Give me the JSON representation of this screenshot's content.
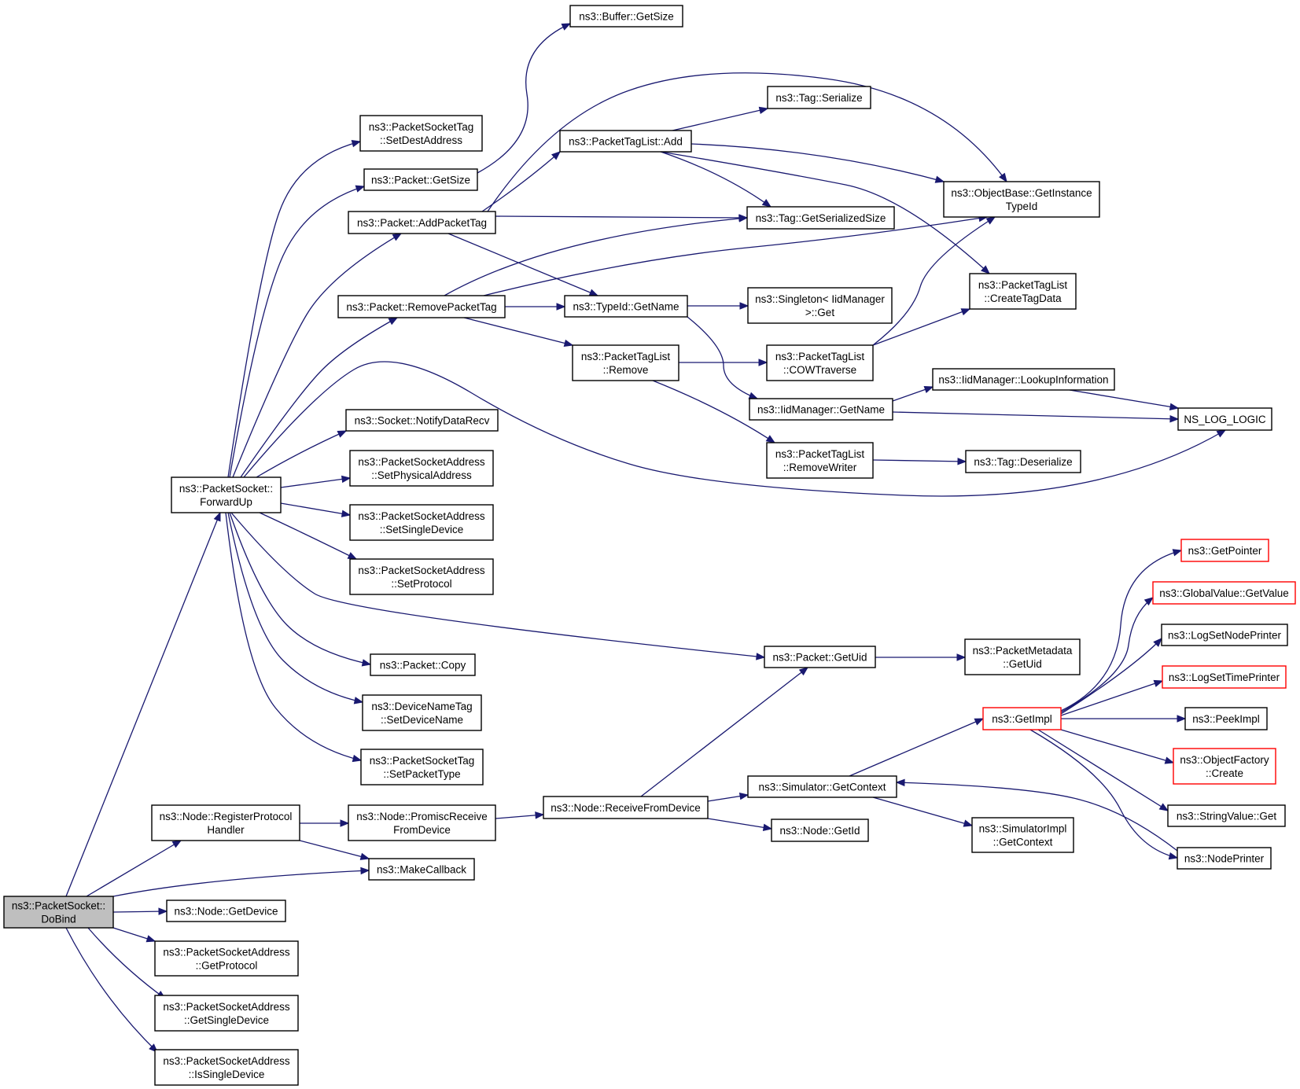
{
  "colors": {
    "edge": "#191970",
    "border": "#000000",
    "truncated_border": "#ff0000",
    "root_fill": "#bfbfbf",
    "node_fill": "#ffffff"
  },
  "nodes": [
    {
      "id": "dobind",
      "lines": [
        "ns3::PacketSocket::",
        "DoBind"
      ],
      "root": true
    },
    {
      "id": "forwardup",
      "lines": [
        "ns3::PacketSocket::",
        "ForwardUp"
      ]
    },
    {
      "id": "registerprotocol",
      "lines": [
        "ns3::Node::RegisterProtocol",
        "Handler"
      ]
    },
    {
      "id": "makecallback",
      "lines": [
        "ns3::MakeCallback"
      ]
    },
    {
      "id": "getdevice",
      "lines": [
        "ns3::Node::GetDevice"
      ]
    },
    {
      "id": "psa_getprotocol",
      "lines": [
        "ns3::PacketSocketAddress",
        "::GetProtocol"
      ]
    },
    {
      "id": "psa_getsingledevice",
      "lines": [
        "ns3::PacketSocketAddress",
        "::GetSingleDevice"
      ]
    },
    {
      "id": "psa_issingledevice",
      "lines": [
        "ns3::PacketSocketAddress",
        "::IsSingleDevice"
      ]
    },
    {
      "id": "pst_setdestaddress",
      "lines": [
        "ns3::PacketSocketTag",
        "::SetDestAddress"
      ]
    },
    {
      "id": "packet_getsize",
      "lines": [
        "ns3::Packet::GetSize"
      ]
    },
    {
      "id": "packet_addpackettag",
      "lines": [
        "ns3::Packet::AddPacketTag"
      ]
    },
    {
      "id": "packet_removepackettag",
      "lines": [
        "ns3::Packet::RemovePacketTag"
      ]
    },
    {
      "id": "socket_notifydatarecv",
      "lines": [
        "ns3::Socket::NotifyDataRecv"
      ]
    },
    {
      "id": "psa_setphysicaladdress",
      "lines": [
        "ns3::PacketSocketAddress",
        "::SetPhysicalAddress"
      ]
    },
    {
      "id": "psa_setsingledevice",
      "lines": [
        "ns3::PacketSocketAddress",
        "::SetSingleDevice"
      ]
    },
    {
      "id": "psa_setprotocol",
      "lines": [
        "ns3::PacketSocketAddress",
        "::SetProtocol"
      ]
    },
    {
      "id": "packet_copy",
      "lines": [
        "ns3::Packet::Copy"
      ]
    },
    {
      "id": "dnt_setdevicename",
      "lines": [
        "ns3::DeviceNameTag",
        "::SetDeviceName"
      ]
    },
    {
      "id": "pst_setpackettype",
      "lines": [
        "ns3::PacketSocketTag",
        "::SetPacketType"
      ]
    },
    {
      "id": "node_promiscreceive",
      "lines": [
        "ns3::Node::PromiscReceive",
        "FromDevice"
      ]
    },
    {
      "id": "node_receivefromdevice",
      "lines": [
        "ns3::Node::ReceiveFromDevice"
      ]
    },
    {
      "id": "buffer_getsize",
      "lines": [
        "ns3::Buffer::GetSize"
      ]
    },
    {
      "id": "ptl_add",
      "lines": [
        "ns3::PacketTagList::Add"
      ]
    },
    {
      "id": "typeid_getname",
      "lines": [
        "ns3::TypeId::GetName"
      ]
    },
    {
      "id": "ptl_remove",
      "lines": [
        "ns3::PacketTagList",
        "::Remove"
      ]
    },
    {
      "id": "packet_getuid",
      "lines": [
        "ns3::Packet::GetUid"
      ]
    },
    {
      "id": "simulator_getcontext",
      "lines": [
        "ns3::Simulator::GetContext"
      ]
    },
    {
      "id": "node_getid",
      "lines": [
        "ns3::Node::GetId"
      ]
    },
    {
      "id": "tag_serialize",
      "lines": [
        "ns3::Tag::Serialize"
      ]
    },
    {
      "id": "tag_getserializedsize",
      "lines": [
        "ns3::Tag::GetSerializedSize"
      ]
    },
    {
      "id": "singleton_get",
      "lines": [
        "ns3::Singleton< IidManager",
        " >::Get"
      ]
    },
    {
      "id": "ptl_cowtraverse",
      "lines": [
        "ns3::PacketTagList",
        "::COWTraverse"
      ]
    },
    {
      "id": "iidmanager_getname",
      "lines": [
        "ns3::IidManager::GetName"
      ]
    },
    {
      "id": "ptl_removewriter",
      "lines": [
        "ns3::PacketTagList",
        "::RemoveWriter"
      ]
    },
    {
      "id": "getimpl",
      "lines": [
        "ns3::GetImpl"
      ],
      "truncated": true
    },
    {
      "id": "simulatorimpl_getcontext",
      "lines": [
        "ns3::SimulatorImpl",
        "::GetContext"
      ]
    },
    {
      "id": "objectbase_getinstancetypeid",
      "lines": [
        "ns3::ObjectBase::GetInstance",
        "TypeId"
      ]
    },
    {
      "id": "ptl_createtagdata",
      "lines": [
        "ns3::PacketTagList",
        "::CreateTagData"
      ]
    },
    {
      "id": "iidmanager_lookupinformation",
      "lines": [
        "ns3::IidManager::LookupInformation"
      ]
    },
    {
      "id": "tag_deserialize",
      "lines": [
        "ns3::Tag::Deserialize"
      ]
    },
    {
      "id": "packetmetadata_getuid",
      "lines": [
        "ns3::PacketMetadata",
        "::GetUid"
      ]
    },
    {
      "id": "ns_log_logic",
      "lines": [
        "NS_LOG_LOGIC"
      ]
    },
    {
      "id": "getpointer",
      "lines": [
        "ns3::GetPointer"
      ],
      "truncated": true
    },
    {
      "id": "globalvalue_getvalue",
      "lines": [
        "ns3::GlobalValue::GetValue"
      ],
      "truncated": true
    },
    {
      "id": "logsetnodeprinter",
      "lines": [
        "ns3::LogSetNodePrinter"
      ]
    },
    {
      "id": "logsettimeprinter",
      "lines": [
        "ns3::LogSetTimePrinter"
      ],
      "truncated": true
    },
    {
      "id": "peekimpl",
      "lines": [
        "ns3::PeekImpl"
      ]
    },
    {
      "id": "objectfactory_create",
      "lines": [
        "ns3::ObjectFactory",
        "::Create"
      ],
      "truncated": true
    },
    {
      "id": "stringvalue_get",
      "lines": [
        "ns3::StringValue::Get"
      ]
    },
    {
      "id": "nodeprinter",
      "lines": [
        "ns3::NodePrinter"
      ]
    }
  ],
  "edges": [
    [
      "dobind",
      "forwardup"
    ],
    [
      "dobind",
      "registerprotocol"
    ],
    [
      "dobind",
      "makecallback"
    ],
    [
      "dobind",
      "getdevice"
    ],
    [
      "dobind",
      "psa_getprotocol"
    ],
    [
      "dobind",
      "psa_getsingledevice"
    ],
    [
      "dobind",
      "psa_issingledevice"
    ],
    [
      "forwardup",
      "pst_setdestaddress"
    ],
    [
      "forwardup",
      "packet_getsize"
    ],
    [
      "forwardup",
      "packet_addpackettag"
    ],
    [
      "forwardup",
      "packet_removepackettag"
    ],
    [
      "forwardup",
      "socket_notifydatarecv"
    ],
    [
      "forwardup",
      "psa_setphysicaladdress"
    ],
    [
      "forwardup",
      "psa_setsingledevice"
    ],
    [
      "forwardup",
      "psa_setprotocol"
    ],
    [
      "forwardup",
      "packet_copy"
    ],
    [
      "forwardup",
      "dnt_setdevicename"
    ],
    [
      "forwardup",
      "pst_setpackettype"
    ],
    [
      "forwardup",
      "packet_getuid"
    ],
    [
      "forwardup",
      "ns_log_logic"
    ],
    [
      "registerprotocol",
      "node_promiscreceive"
    ],
    [
      "registerprotocol",
      "makecallback"
    ],
    [
      "node_promiscreceive",
      "node_receivefromdevice"
    ],
    [
      "node_receivefromdevice",
      "packet_getuid"
    ],
    [
      "node_receivefromdevice",
      "simulator_getcontext"
    ],
    [
      "node_receivefromdevice",
      "node_getid"
    ],
    [
      "packet_getsize",
      "buffer_getsize"
    ],
    [
      "packet_addpackettag",
      "ptl_add"
    ],
    [
      "packet_addpackettag",
      "objectbase_getinstancetypeid"
    ],
    [
      "packet_addpackettag",
      "tag_getserializedsize"
    ],
    [
      "packet_addpackettag",
      "typeid_getname"
    ],
    [
      "packet_removepackettag",
      "tag_getserializedsize"
    ],
    [
      "packet_removepackettag",
      "objectbase_getinstancetypeid"
    ],
    [
      "packet_removepackettag",
      "typeid_getname"
    ],
    [
      "packet_removepackettag",
      "ptl_remove"
    ],
    [
      "ptl_add",
      "tag_serialize"
    ],
    [
      "ptl_add",
      "objectbase_getinstancetypeid"
    ],
    [
      "ptl_add",
      "tag_getserializedsize"
    ],
    [
      "ptl_add",
      "ptl_createtagdata"
    ],
    [
      "typeid_getname",
      "singleton_get"
    ],
    [
      "typeid_getname",
      "iidmanager_getname"
    ],
    [
      "ptl_remove",
      "ptl_cowtraverse"
    ],
    [
      "ptl_remove",
      "ptl_removewriter"
    ],
    [
      "ptl_cowtraverse",
      "objectbase_getinstancetypeid"
    ],
    [
      "ptl_cowtraverse",
      "ptl_createtagdata"
    ],
    [
      "iidmanager_getname",
      "iidmanager_lookupinformation"
    ],
    [
      "iidmanager_getname",
      "ns_log_logic"
    ],
    [
      "iidmanager_lookupinformation",
      "ns_log_logic"
    ],
    [
      "ptl_removewriter",
      "tag_deserialize"
    ],
    [
      "packet_getuid",
      "packetmetadata_getuid"
    ],
    [
      "simulator_getcontext",
      "getimpl"
    ],
    [
      "simulator_getcontext",
      "simulatorimpl_getcontext"
    ],
    [
      "getimpl",
      "getpointer"
    ],
    [
      "getimpl",
      "globalvalue_getvalue"
    ],
    [
      "getimpl",
      "logsetnodeprinter"
    ],
    [
      "getimpl",
      "logsettimeprinter"
    ],
    [
      "getimpl",
      "peekimpl"
    ],
    [
      "getimpl",
      "objectfactory_create"
    ],
    [
      "getimpl",
      "stringvalue_get"
    ],
    [
      "getimpl",
      "nodeprinter"
    ],
    [
      "nodeprinter",
      "simulator_getcontext"
    ]
  ]
}
